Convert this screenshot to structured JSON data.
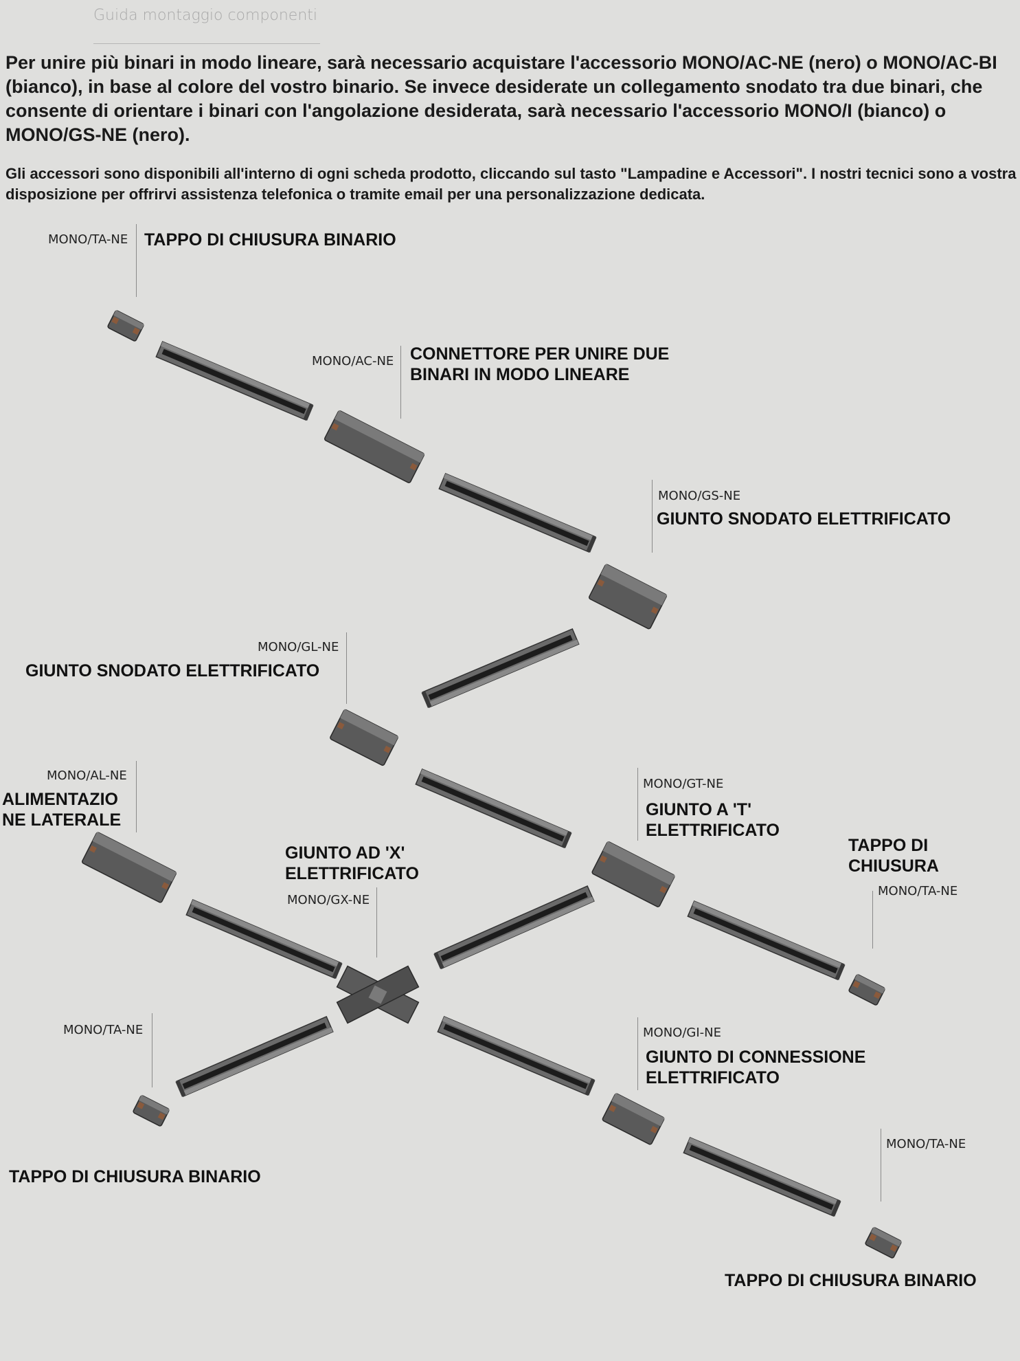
{
  "header": {
    "subtitle": "Guida montaggio componenti",
    "intro_paragraph": "Per unire più binari in modo lineare, sarà necessario acquistare l'accessorio MONO/AC-NE (nero) o MONO/AC-BI (bianco), in base al colore del vostro binario. Se invece desiderate un collegamento snodato tra due binari, che consente di orientare i binari con l'angolazione desiderata, sarà necessario l'accessorio MONO/I (bianco) o MONO/GS-NE (nero).",
    "info_paragraph": "Gli accessori sono disponibili all'interno di ogni scheda prodotto, cliccando sul tasto \"Lampadine e Accessori\". I nostri tecnici sono a vostra disposizione per offrirvi assistenza telefonica o tramite email per una personalizzazione dedicata."
  },
  "components": [
    {
      "code": "MONO/TA-NE",
      "name": "TAPPO DI CHIUSURA BINARIO"
    },
    {
      "code": "MONO/AC-NE",
      "name": "CONNETTORE PER UNIRE DUE BINARI IN MODO LINEARE"
    },
    {
      "code": "MONO/GS-NE",
      "name": "GIUNTO SNODATO ELETTRIFICATO"
    },
    {
      "code": "MONO/GL-NE",
      "name": "GIUNTO SNODATO ELETTRIFICATO"
    },
    {
      "code": "MONO/AL-NE",
      "name": "ALIMENTAZIONE LATERALE"
    },
    {
      "code": "MONO/GT-NE",
      "name": "GIUNTO A 'T' ELETTRIFICATO"
    },
    {
      "code": "MONO/GX-NE",
      "name": "GIUNTO AD 'X' ELETTRIFICATO"
    },
    {
      "code": "MONO/TA-NE",
      "name": "TAPPO DI CHIUSURA"
    },
    {
      "code": "MONO/TA-NE",
      "name": "TAPPO DI CHIUSURA BINARIO"
    },
    {
      "code": "MONO/GI-NE",
      "name": "GIUNTO DI CONNESSIONE ELETTRIFICATO"
    },
    {
      "code": "MONO/TA-NE",
      "name": "TAPPO DI CHIUSURA BINARIO"
    }
  ],
  "label_lines": {
    "ac_line1": "CONNETTORE PER UNIRE DUE",
    "ac_line2": "BINARI IN MODO LINEARE",
    "al_line1": "ALIMENTAZIO",
    "al_line2": "NE LATERALE",
    "gt_line1": "GIUNTO A 'T'",
    "gt_line2": "ELETTRIFICATO",
    "gx_line1": "GIUNTO AD 'X'",
    "gx_line2": "ELETTRIFICATO",
    "ta_right_line1": "TAPPO DI",
    "ta_right_line2": "CHIUSURA",
    "gi_line1": "GIUNTO DI CONNESSIONE",
    "gi_line2": "ELETTRIFICATO"
  },
  "colors": {
    "background": "#dfdfdd",
    "rail_body": "#5a5a5a",
    "rail_channel": "#1c1c1c",
    "copper_contact": "#8a5a3c"
  }
}
